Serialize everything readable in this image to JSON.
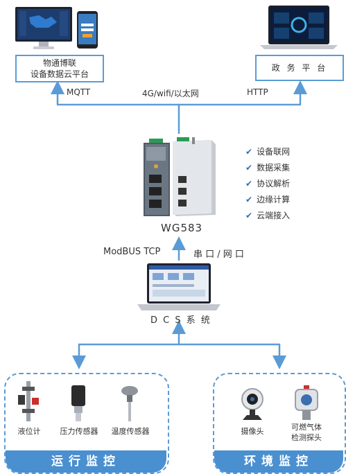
{
  "top_left_box": {
    "line1": "物通博联",
    "line2": "设备数据云平台"
  },
  "top_right_box": {
    "label": "政 务 平 台"
  },
  "protocols": {
    "mqtt": "MQTT",
    "network": "4G/wifi/以太网",
    "http": "HTTP"
  },
  "gateway": {
    "model": "WG583"
  },
  "features": [
    "设备联网",
    "数据采集",
    "协议解析",
    "边缘计算",
    "云端接入"
  ],
  "links": {
    "modbus": "ModBUS TCP",
    "serial": "串 口 / 网 口"
  },
  "dcs": {
    "label": "D C S 系 统"
  },
  "groups": {
    "left": {
      "banner": "运行监控",
      "devices": [
        "液位计",
        "压力传感器",
        "温度传感器"
      ]
    },
    "right": {
      "banner": "环境监控",
      "devices": [
        "摄像头",
        "可燃气体",
        "检测探头"
      ]
    }
  },
  "colors": {
    "line": "#5b9bd5",
    "banner": "#4a8fd0",
    "check": "#2e6fb4"
  }
}
